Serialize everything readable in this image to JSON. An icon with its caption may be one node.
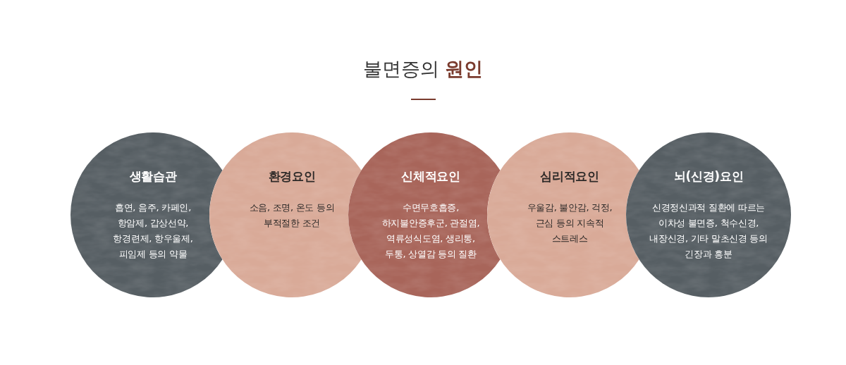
{
  "diagram": {
    "title": "불면증의 **원인**",
    "nodes": [
      {
        "text": [
          "생활습관",
          "흡연, 음주, 카페인, 항암제, 갑상선약, 항경련제, 항우울제, 피임제 등의 약물"
        ]
      },
      {
        "text": [
          "환경요인",
          "소음, 조명, 온도 등의 부적절한 조건"
        ]
      },
      {
        "text": [
          "신체적요인",
          "수면무호흡증, 하지불안증후군, 관절염, 역류성식도염, 생리통, 두통, 상열감 등의 질환"
        ]
      },
      {
        "text": [
          "심리적요인",
          "우울감, 불안감, 걱정, 근심 등의 지속적 스트레스"
        ]
      },
      {
        "text": [
          "뇌(신경)요인",
          "신경정신과적 질환에 따르는 이차성 불면증, 척수신경, 내장신경, 기타 말초신경 등의 긴장과 흥분"
        ]
      }
    ]
  }
}
